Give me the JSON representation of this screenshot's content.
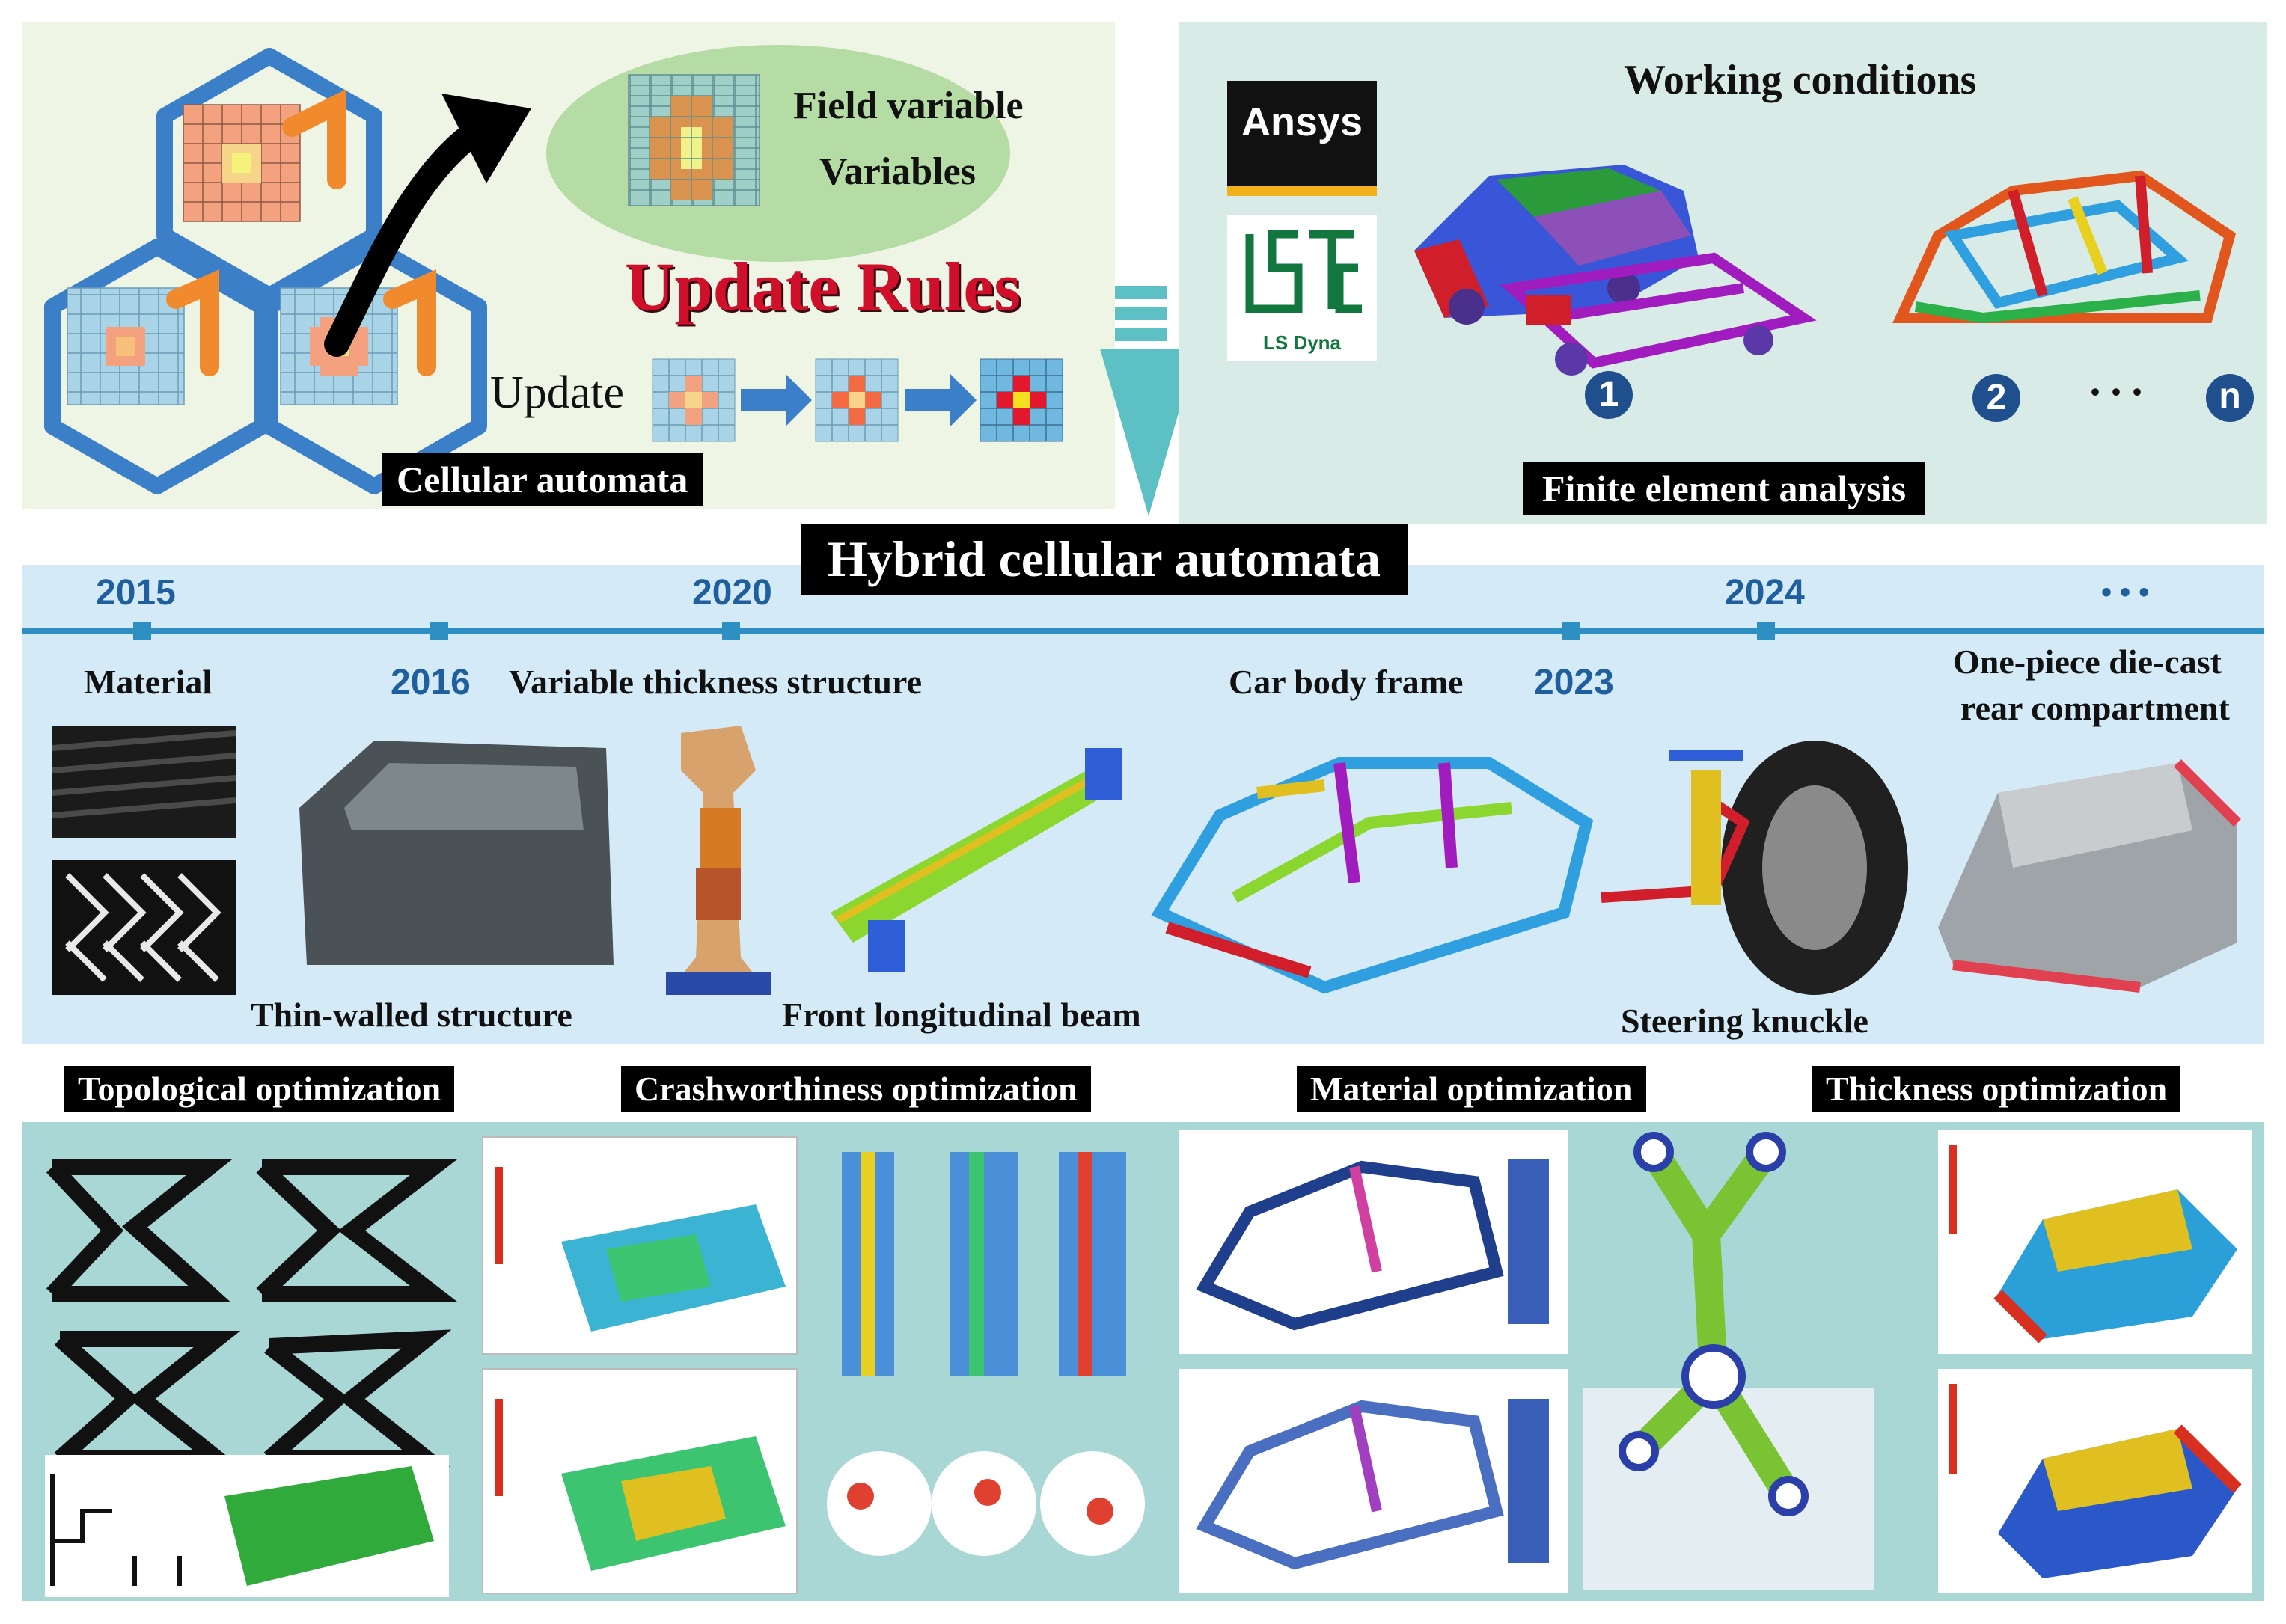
{
  "cellular_automata": {
    "field_variable_line1": "Field variable",
    "field_variable_line2": "Variables",
    "update_rules": "Update Rules",
    "update": "Update",
    "label": "Cellular automata"
  },
  "fea": {
    "working_conditions": "Working conditions",
    "ansys_logo": "Ansys",
    "lsdyna_logo": "LS Dyna",
    "condition_1": "1",
    "condition_2": "2",
    "ellipsis": "···",
    "condition_n": "n",
    "label": "Finite element analysis"
  },
  "hybrid_title": "Hybrid cellular automata",
  "timeline": {
    "years": {
      "y2015": "2015",
      "y2016": "2016",
      "y2020": "2020",
      "y2023": "2023",
      "y2024": "2024",
      "more": "• • •"
    },
    "captions": {
      "material": "Material",
      "thin_walled": "Thin-walled structure",
      "variable_thickness": "Variable thickness structure",
      "front_beam": "Front longitudinal beam",
      "car_body": "Car body frame",
      "steering": "Steering knuckle",
      "die_cast_1": "One-piece die-cast",
      "die_cast_2": "rear compartment"
    }
  },
  "optimization": {
    "topological": "Topological optimization",
    "crashworthiness": "Crashworthiness optimization",
    "material": "Material optimization",
    "thickness": "Thickness optimization"
  },
  "colors": {
    "hex_blue": "#3a7fc8",
    "arrow_teal": "#5cc0c4",
    "year_blue": "#1f5f9e",
    "update_red": "#d0102a"
  }
}
